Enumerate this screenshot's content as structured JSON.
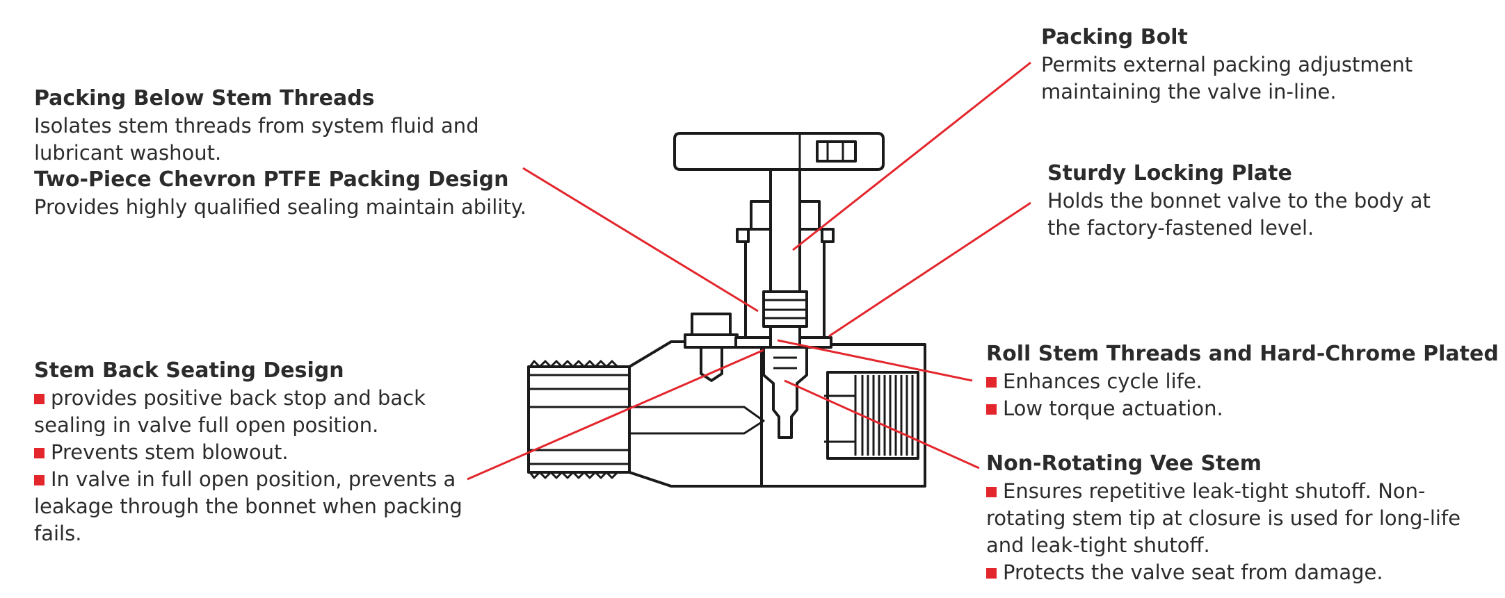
{
  "callouts": {
    "packing_below": {
      "title": "Packing Below Stem Threads",
      "lines": [
        "Isolates stem threads from system fluid and",
        "lubricant washout."
      ]
    },
    "chevron": {
      "title": "Two-Piece Chevron PTFE Packing Design",
      "lines": [
        "Provides highly qualified sealing maintain ability."
      ]
    },
    "back_seating": {
      "title": "Stem Back Seating Design",
      "lines": [
        "provides positive back stop and back",
        "sealing in valve full open position.",
        "Prevents stem blowout.",
        "In valve in full open position, prevents a",
        "leakage through the bonnet when packing",
        "fails."
      ]
    },
    "packing_bolt": {
      "title": "Packing Bolt",
      "lines": [
        "Permits external packing adjustment",
        "maintaining the valve in-line."
      ]
    },
    "locking_plate": {
      "title": "Sturdy Locking Plate",
      "lines": [
        "Holds the bonnet valve to the body at",
        "the factory-fastened level."
      ]
    },
    "roll_stem": {
      "title": "Roll Stem Threads and Hard-Chrome Plated",
      "lines": [
        "Enhances cycle life.",
        "Low torque actuation."
      ]
    },
    "vee_stem": {
      "title": "Non-Rotating Vee Stem",
      "lines": [
        "Ensures repetitive leak-tight shutoff. Non-",
        "rotating stem tip at closure is used for long-life",
        "and leak-tight shutoff.",
        "Protects the valve seat from damage."
      ]
    }
  },
  "colors": {
    "leader": "#e3262c",
    "bullet": "#e3262c",
    "text": "#2b2b2b",
    "outline": "#1a1a1a"
  }
}
